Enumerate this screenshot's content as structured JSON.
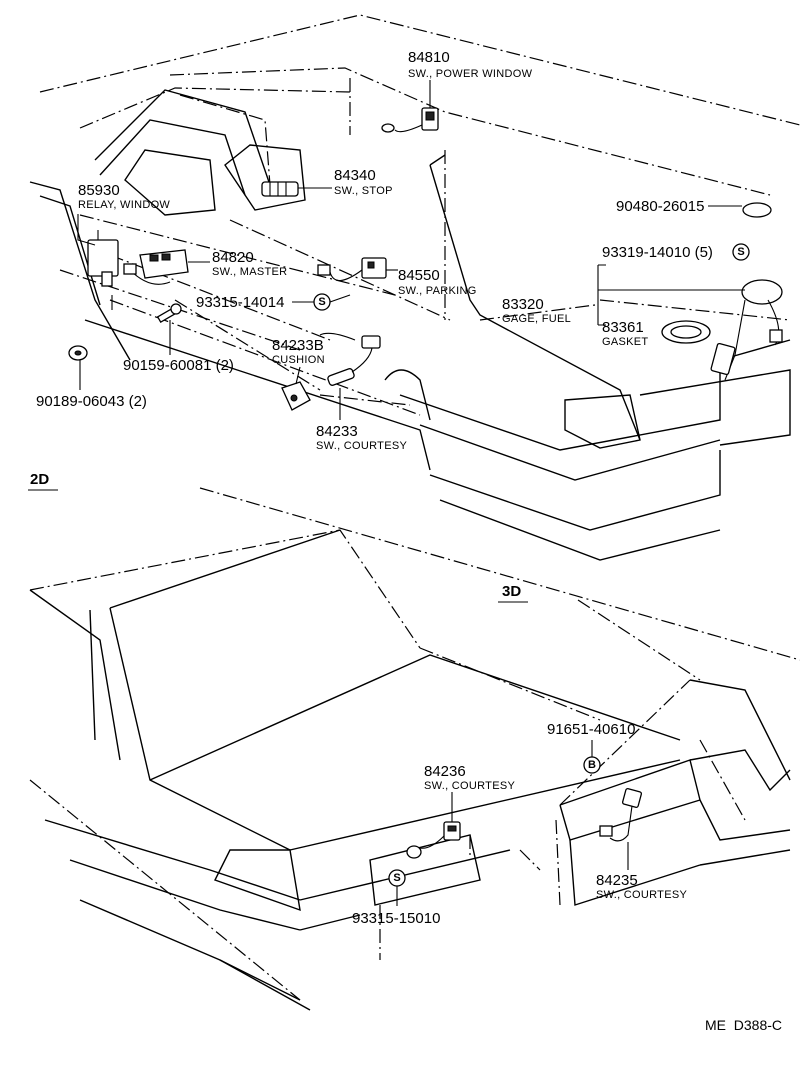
{
  "parts": {
    "p84810": {
      "number": "84810",
      "desc": "SW., POWER WINDOW"
    },
    "p85930": {
      "number": "85930",
      "desc": "RELAY, WINDOW"
    },
    "p84340": {
      "number": "84340",
      "desc": "SW., STOP"
    },
    "p84820": {
      "number": "84820",
      "desc": "SW., MASTER"
    },
    "p84550": {
      "number": "84550",
      "desc": "SW., PARKING"
    },
    "p93315a": {
      "number": "93315-14014"
    },
    "p84233b": {
      "number": "84233B",
      "desc": "CUSHION"
    },
    "p84233": {
      "number": "84233",
      "desc": "SW., COURTESY"
    },
    "p90159": {
      "number": "90159-60081 (2)"
    },
    "p90189": {
      "number": "90189-06043 (2)"
    },
    "p90480": {
      "number": "90480-26015"
    },
    "p93319": {
      "number": "93319-14010 (5)"
    },
    "p83320": {
      "number": "83320",
      "desc": "GAGE, FUEL"
    },
    "p83361": {
      "number": "83361",
      "desc": "GASKET"
    },
    "p84236": {
      "number": "84236",
      "desc": "SW., COURTESY"
    },
    "p93315b": {
      "number": "93315-15010"
    },
    "p91651": {
      "number": "91651-40610"
    },
    "p84235": {
      "number": "84235",
      "desc": "SW., COURTESY"
    }
  },
  "sections": {
    "s2d": "2D",
    "s3d": "3D"
  },
  "symbols": {
    "s": "S",
    "b": "B"
  },
  "reference": "ME  D388-C",
  "icons": [
    "part-icon",
    "screw-icon",
    "bolt-icon",
    "clip-icon",
    "connector-icon"
  ]
}
